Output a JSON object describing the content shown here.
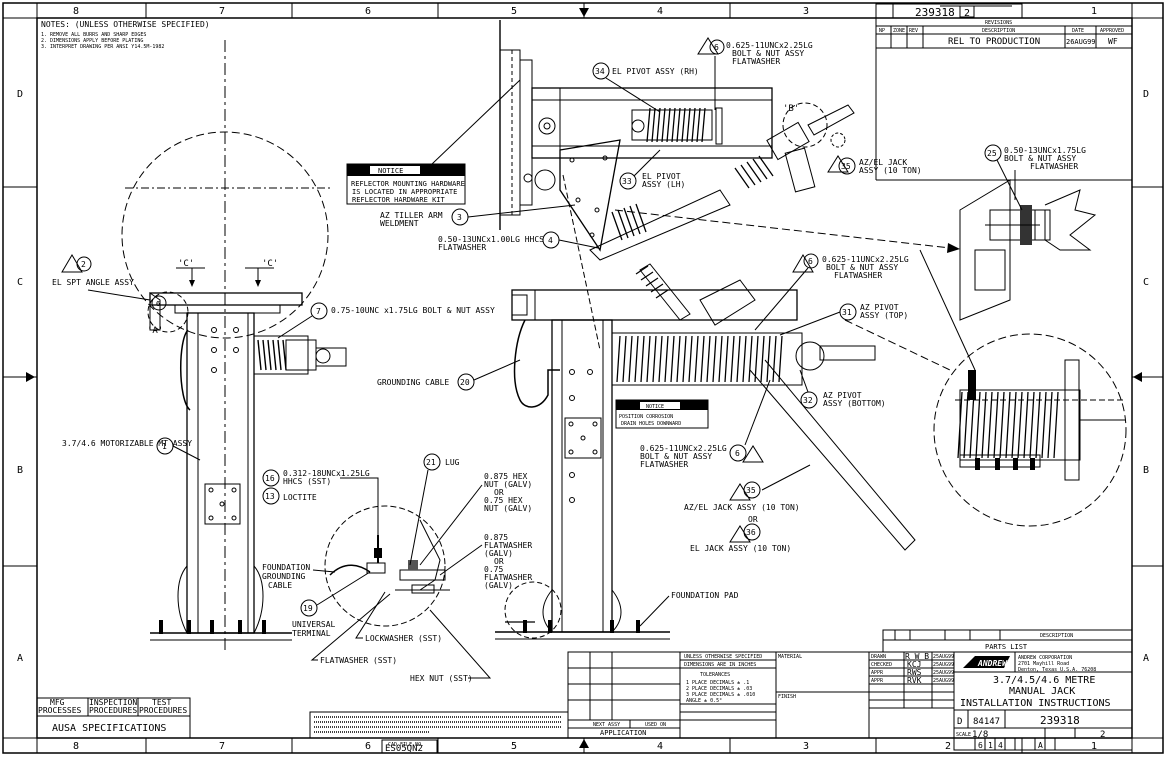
{
  "drawing": {
    "number": "239318",
    "revision": "2",
    "cad_file": "ES05QN2"
  },
  "border": {
    "top_zones": [
      "8",
      "7",
      "6",
      "5",
      "4",
      "3",
      "2",
      "1"
    ],
    "bottom_zones": [
      "8",
      "7",
      "6",
      "5",
      "4",
      "3",
      "2",
      "1"
    ],
    "side_zones": [
      "D",
      "C",
      "B",
      "A"
    ]
  },
  "notes": {
    "title": "NOTES: (UNLESS OTHERWISE SPECIFIED)",
    "items": [
      "1. REMOVE ALL BURRS AND SHARP EDGES",
      "2. DIMENSIONS APPLY BEFORE PLATING",
      "3. INTERPRET DRAWING PER ANSI Y14.5M-1982"
    ]
  },
  "revisions": {
    "title": "REVISIONS",
    "headers": [
      "NP",
      "ZONE",
      "REV",
      "DESCRIPTION",
      "DATE",
      "APPROVED"
    ],
    "rows": [
      {
        "description": "REL TO PRODUCTION",
        "date": "26AUG99",
        "approved": "WF"
      }
    ]
  },
  "callouts": {
    "c34": {
      "num": "34",
      "text": "EL PIVOT ASSY (RH)"
    },
    "c6_top": {
      "num": "6",
      "text": "0.625-11UNC x2.25LG BOLT & NUT ASSY FLATWASHER"
    },
    "view_b": {
      "label": "'B'"
    },
    "c35_top": {
      "num": "35",
      "text": "AZ/EL JACK ASSY (10 TON)"
    },
    "c33": {
      "num": "33",
      "text": "EL PIVOT ASSY (LH)"
    },
    "c25": {
      "num": "25",
      "text": "0.50-13UNC x1.75LG BOLT & NUT ASSY FLATWASHER"
    },
    "c3": {
      "num": "3",
      "text": "AZ TILLER ARM WELDMENT"
    },
    "c4": {
      "num": "4",
      "text": "0.50-13UNC x1.00LG HHCS FLATWASHER"
    },
    "c2": {
      "num": "2",
      "text": "EL SPT ANGLE ASSY"
    },
    "view_c_left": {
      "label": "'C'"
    },
    "view_c_right": {
      "label": "'C'"
    },
    "view_a": {
      "label": "'A'"
    },
    "c7": {
      "num": "7",
      "text": "0.75-10UNC x1.75LG BOLT & NUT ASSY"
    },
    "c6_mid": {
      "num": "6",
      "text": "0.625-11UNC x2.25LG BOLT & NUT ASSY FLATWASHER"
    },
    "c31": {
      "num": "31",
      "text": "AZ PIVOT ASSY (TOP)"
    },
    "c20": {
      "num": "20",
      "text": "GROUNDING CABLE"
    },
    "c32": {
      "num": "32",
      "text": "AZ PIVOT ASSY (BOTTOM)"
    },
    "c1": {
      "num": "1",
      "text": "3.7/4.6 MOTORIZABLE MT ASSY"
    },
    "c6_low": {
      "num": "6",
      "text": "0.625-11UNC x2.25LG BOLT & NUT ASSY FLATWASHER"
    },
    "c35_low": {
      "num": "35",
      "text": "AZ/EL JACK ASSY (10 TON)"
    },
    "or_text": "OR",
    "c36": {
      "num": "36",
      "text": "EL JACK ASSY (10 TON)"
    },
    "c16": {
      "num": "16",
      "text": "0.312-18UNC x1.25LG HHCS (SST)"
    },
    "c13": {
      "num": "13",
      "text": "LOCTITE"
    },
    "c21": {
      "num": "21",
      "text": "LUG"
    },
    "hex_nut_text": "0.875 HEX NUT (GALV) OR 0.75 HEX NUT (GALV)",
    "flatwasher_text": "0.875 FLATWASHER (GALV) OR 0.75 FLATWASHER (GALV)",
    "foundation_grounding": "FOUNDATION GROUNDING CABLE",
    "c19": {
      "num": "19",
      "text": "UNIVERSAL TERMINAL"
    },
    "lockwasher": "LOCKWASHER (SST)",
    "flatwasher_sst": "FLATWASHER (SST)",
    "hex_nut_sst": "HEX NUT (SST)",
    "foundation_pad": "FOUNDATION PAD"
  },
  "notices": {
    "top": {
      "heading": "NOTICE",
      "text": "REFLECTOR MOUNTING HARDWARE IS LOCATED IN APPROPRIATE REFLECTOR HARDWARE KIT"
    },
    "mid": {
      "heading": "NOTICE",
      "text": "POSITION CORROSION DRAIN HOLES DOWNWARD"
    }
  },
  "spec_block": {
    "headers": [
      "MFG PROCESSES",
      "INSPECTION PROCEDURES",
      "TEST PROCEDURES"
    ],
    "footer": "AUSA SPECIFICATIONS"
  },
  "tolerances": {
    "heading1": "UNLESS OTHERWISE SPECIFIED",
    "heading2": "DIMENSIONS ARE IN INCHES",
    "title": "TOLERANCES",
    "lines": [
      "1 PLACE DECIMALS ± .1",
      "2 PLACE DECIMALS ± .03",
      "3 PLACE DECIMALS ± .010",
      "ANGLE ± 0.5°"
    ],
    "next_assy": "NEXT ASSY",
    "used_on": "USED ON",
    "application": "APPLICATION",
    "material": "MATERIAL",
    "finish": "FINISH"
  },
  "approvals": {
    "rows": [
      {
        "role": "DRAWN",
        "name": "R W B",
        "date": "25AUG99"
      },
      {
        "role": "CHECKED",
        "name": "KCJ",
        "date": "25AUG99"
      },
      {
        "role": "APPR",
        "name": "RWS",
        "date": "25AUG99"
      },
      {
        "role": "APPR",
        "name": "RVK",
        "date": "25AUG99"
      }
    ]
  },
  "title_block": {
    "company": "ANDREW",
    "company_full": "ANDREW CORPORATION",
    "address": "2701 Mayhill Road, Denton, Texas U.S.A. 76208",
    "title_lines": [
      "3.7/4.5/4.6 METRE",
      "MANUAL JACK",
      "INSTALLATION INSTRUCTIONS"
    ],
    "size": "D",
    "cage": "84147",
    "dwg_no": "239318",
    "scale": "1/8",
    "sheet": "2",
    "rev_box": "A"
  },
  "parts_list": {
    "title": "PARTS LIST",
    "description": "DESCRIPTION"
  }
}
